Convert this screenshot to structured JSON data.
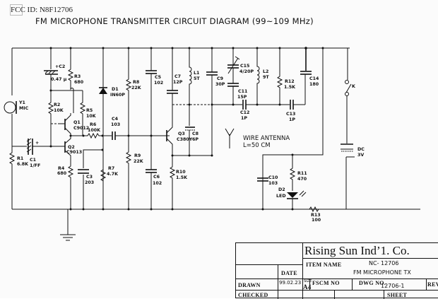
{
  "header": {
    "fcc_id": "FCC ID: N8F12706",
    "title": "FM MICROPHONE TRANSMITTER CIRCUIT DIAGRAM (99~109 MHz)"
  },
  "components": {
    "Y1": {
      "ref": "Y1",
      "value": "MIC"
    },
    "C1": {
      "ref": "C1",
      "value": "1/FF"
    },
    "C2": {
      "ref": "+C2",
      "value": "0.47 µ"
    },
    "R1": {
      "ref": "R1",
      "value": "6.8K"
    },
    "R2": {
      "ref": "R2",
      "value": "10K"
    },
    "R3": {
      "ref": "R3",
      "value": "680"
    },
    "R4": {
      "ref": "R4",
      "value": "680"
    },
    "R5": {
      "ref": "R5",
      "value": "10K"
    },
    "R6": {
      "ref": "R6",
      "value": "100K"
    },
    "Q1": {
      "ref": "Q1",
      "value": "C9012"
    },
    "Q2": {
      "ref": "Q2",
      "value": "C9013"
    },
    "C3": {
      "ref": "C3",
      "value": "203"
    },
    "D1": {
      "ref": "D1",
      "value": "IN60P"
    },
    "C4": {
      "ref": "C4",
      "value": "103"
    },
    "R7": {
      "ref": "R7",
      "value": "4.7K"
    },
    "R8": {
      "ref": "R8",
      "value": "22K"
    },
    "R9": {
      "ref": "R9",
      "value": "22K"
    },
    "C5": {
      "ref": "C5",
      "value": "102"
    },
    "C6": {
      "ref": "C6",
      "value": "102"
    },
    "C7": {
      "ref": "C7",
      "value": "12P"
    },
    "Q3": {
      "ref": "Q3",
      "value": "C380Y"
    },
    "C8": {
      "ref": "C8",
      "value": "6P"
    },
    "R10": {
      "ref": "R10",
      "value": "1.5K"
    },
    "L1": {
      "ref": "L1",
      "value": "5T"
    },
    "C9": {
      "ref": "C9",
      "value": "30P"
    },
    "C15": {
      "ref": "C15",
      "value": "4/20P"
    },
    "C11": {
      "ref": "C11",
      "value": "15P"
    },
    "C12": {
      "ref": "C12",
      "value": "1P"
    },
    "L2": {
      "ref": "L2",
      "value": "9T"
    },
    "R12": {
      "ref": "R12",
      "value": "1.5K"
    },
    "C13": {
      "ref": "C13",
      "value": "1P"
    },
    "C14": {
      "ref": "C14",
      "value": "180"
    },
    "K": {
      "ref": "K",
      "value": ""
    },
    "DC": {
      "ref": "DC",
      "value": "3V"
    },
    "C10": {
      "ref": "C10",
      "value": "103"
    },
    "R11": {
      "ref": "R11",
      "value": "470"
    },
    "D2": {
      "ref": "D2",
      "value": "LED"
    },
    "R13": {
      "ref": "R13",
      "value": "100"
    }
  },
  "antenna": {
    "line1": "WIRE ANTENNA",
    "line2": "L=50 CM"
  },
  "title_block": {
    "company": "Rising  Sun Ind’1. Co.",
    "item_name_label": "ITEM NAME",
    "item_number": "NC-  12706",
    "item_desc": "FM MICROPHONE   TX",
    "date_label": "DATE",
    "drawn_label": "DRAWN",
    "drawn_date": "99.02.23",
    "size_label": "SIZE",
    "size_value": "A4",
    "fscm_label": "FSCM NO",
    "dwg_label": "DWG NO.",
    "dwg_value": "12706-1",
    "rev_label": "REV",
    "checked_label": "CHECKED",
    "sheet_label": "SHEET"
  }
}
